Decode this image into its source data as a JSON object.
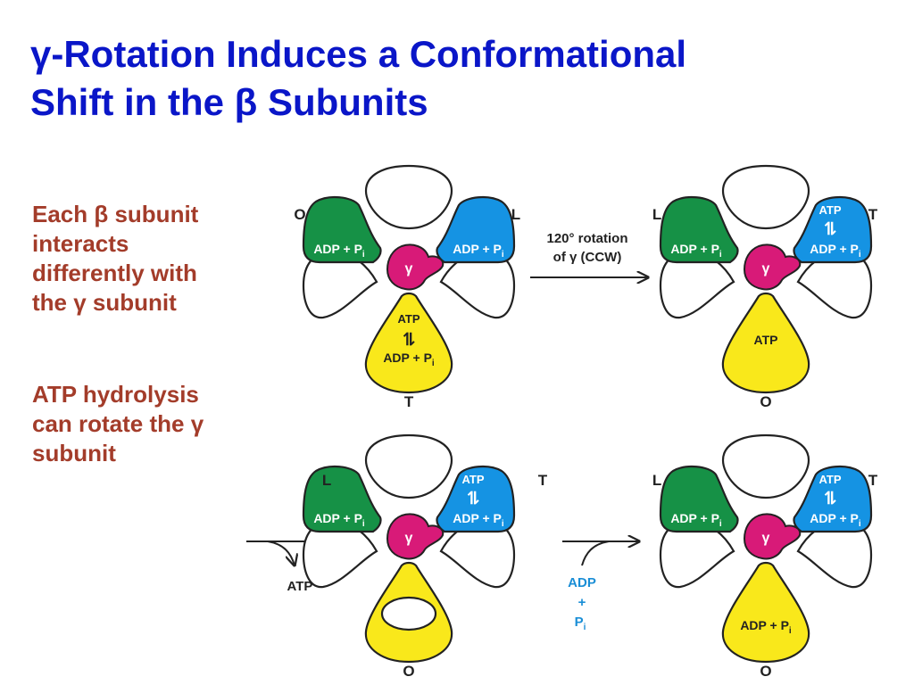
{
  "title": {
    "line1": "γ-Rotation Induces a Conformational",
    "line2": "Shift in the β Subunits"
  },
  "description": {
    "para1": [
      "Each β subunit",
      "interacts",
      "differently with",
      "the γ subunit"
    ],
    "para2": [
      "ATP hydrolysis",
      "can rotate the γ",
      "subunit"
    ]
  },
  "colors": {
    "title": "#0a16c8",
    "body_text": "#a33c2a",
    "green": "#169146",
    "blue": "#1593e3",
    "yellow": "#f9e81b",
    "gamma": "#d81a78",
    "arrow_text_blue": "#1a8ed6"
  },
  "panels": {
    "p1": {
      "gamma": "γ",
      "state_left": "O",
      "state_right": "L",
      "state_bottom": "T",
      "left_text": "ADP + P",
      "left_sub": "i",
      "right_text": "ADP + P",
      "right_sub": "i",
      "bottom_atp": "ATP",
      "bottom_eq": "⇌",
      "bottom_text": "ADP + P",
      "bottom_sub": "i"
    },
    "p2": {
      "gamma": "γ",
      "state_left": "L",
      "state_right": "T",
      "state_bottom": "O",
      "left_text": "ADP + P",
      "left_sub": "i",
      "right_atp": "ATP",
      "right_eq": "⇌",
      "right_text": "ADP + P",
      "right_sub": "i",
      "bottom_text": "ATP"
    },
    "p3": {
      "gamma": "γ",
      "state_left": "L",
      "state_right": "T",
      "state_bottom": "O",
      "left_text": "ADP + P",
      "left_sub": "i",
      "right_atp": "ATP",
      "right_eq": "⇌",
      "right_text": "ADP + P",
      "right_sub": "i"
    },
    "p4": {
      "gamma": "γ",
      "state_left": "L",
      "state_right": "T",
      "state_bottom": "O",
      "left_text": "ADP + P",
      "left_sub": "i",
      "right_atp": "ATP",
      "right_eq": "⇌",
      "right_text": "ADP + P",
      "right_sub": "i",
      "bottom_text": "ADP + P",
      "bottom_sub": "i"
    }
  },
  "arrows": {
    "rotation_line1": "120° rotation",
    "rotation_line2_pre": "of ",
    "rotation_gamma": "γ",
    "rotation_line2_post": " (CCW)",
    "atp_in": "ATP",
    "release_adp": "ADP",
    "release_plus": "+",
    "release_p": "P",
    "release_sub": "i"
  }
}
